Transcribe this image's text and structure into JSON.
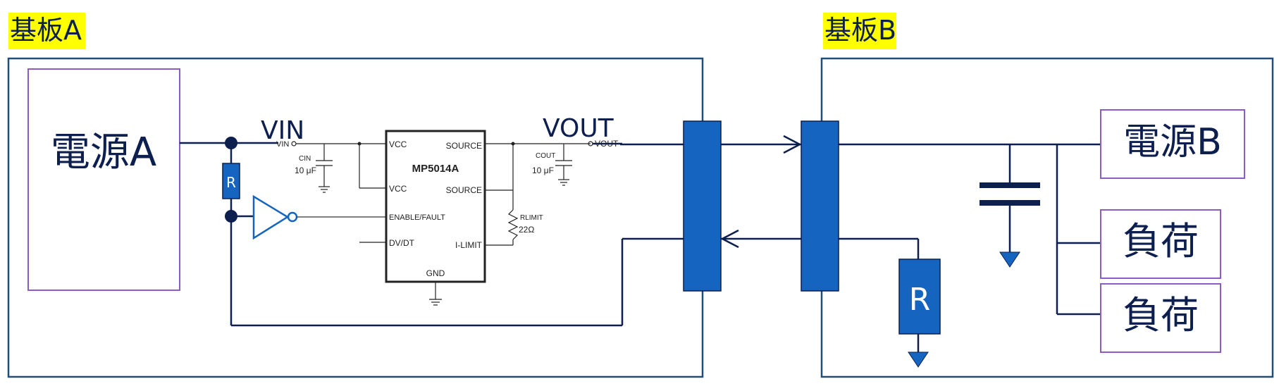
{
  "colors": {
    "board_border": "#1f4e79",
    "wire": "#0d1f4f",
    "accent_blue": "#1565c0",
    "label_bg": "#ffff00",
    "block_border": "#8a5cc4",
    "block_text": "#0d1f4f",
    "schematic": "#222222"
  },
  "board_a": {
    "title": "基板A",
    "power_label": "電源A",
    "resistor_label": "R",
    "vin_label": "VIN",
    "vout_label": "VOUT",
    "ic": {
      "name": "MP5014A",
      "pin_vcc1": "VCC",
      "pin_vcc2": "VCC",
      "pin_enable": "ENABLE/FAULT",
      "pin_dvdt": "DV/DT",
      "pin_source1": "SOURCE",
      "pin_source2": "SOURCE",
      "pin_ilimit": "I-LIMIT",
      "pin_gnd": "GND",
      "vin_pin_text": "VIN",
      "vout_pin_text": "VOUT",
      "cin_label": "CIN",
      "cin_value": "10 μF",
      "cout_label": "COUT",
      "cout_value": "10 μF",
      "rlimit_label": "RLIMIT",
      "rlimit_value": "22Ω"
    }
  },
  "board_b": {
    "title": "基板B",
    "power_label": "電源B",
    "resistor_label": "R",
    "load1_label": "負荷",
    "load2_label": "負荷"
  },
  "icons": [
    "inverter-icon",
    "capacitor-icon",
    "ground-icon",
    "resistor-icon",
    "arrow-right-icon",
    "arrow-left-icon"
  ]
}
